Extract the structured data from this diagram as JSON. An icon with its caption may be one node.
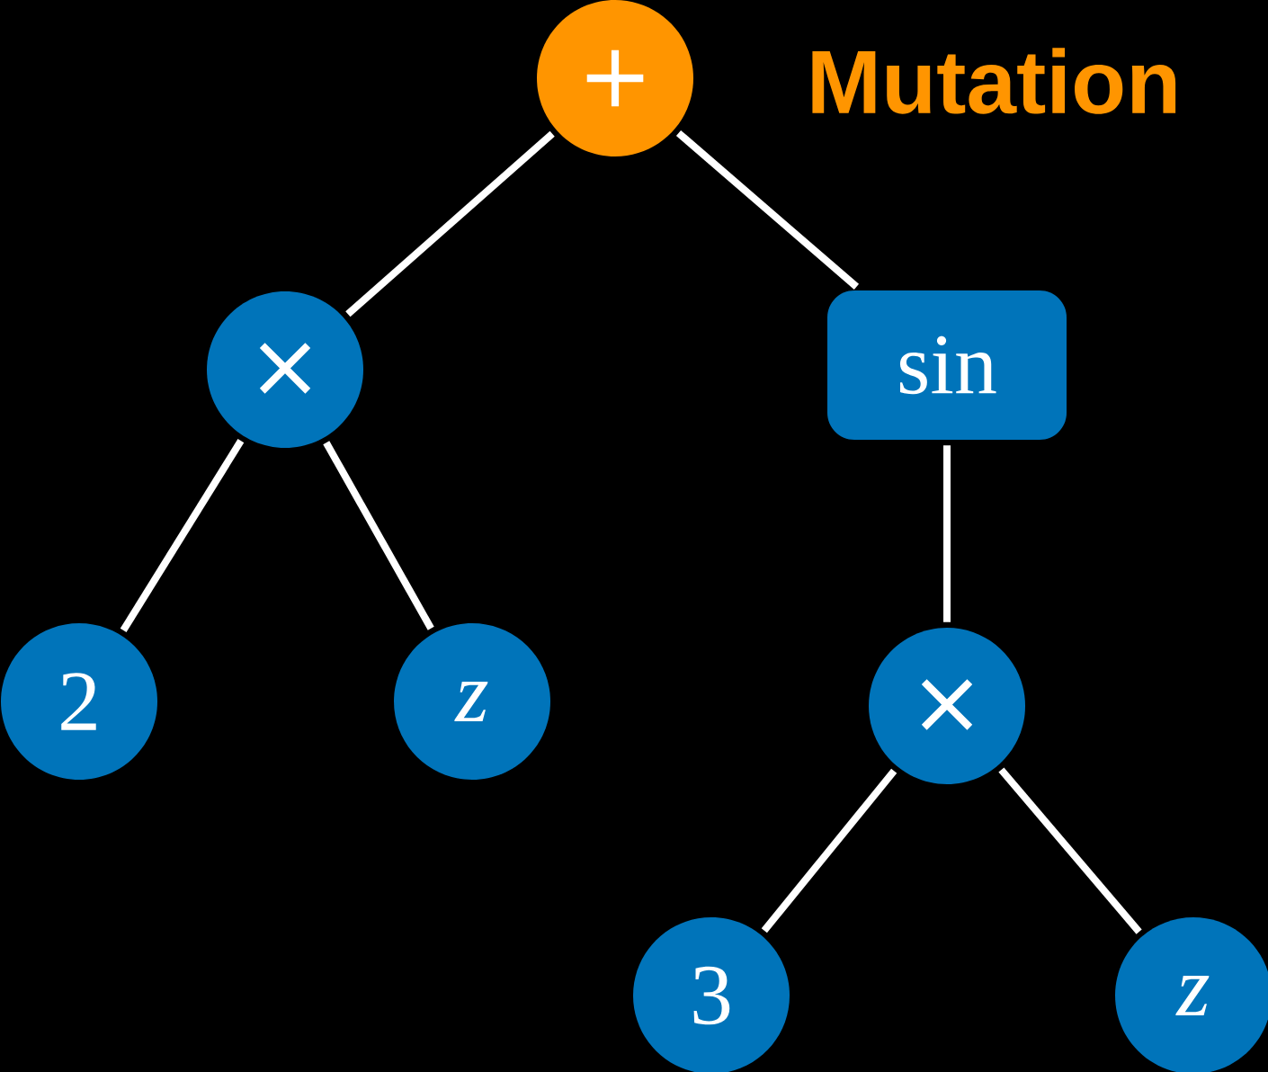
{
  "diagram": {
    "nodes": [
      {
        "text": [
          "+"
        ]
      },
      {
        "text": [
          "×"
        ]
      },
      {
        "text": [
          "sin"
        ]
      },
      {
        "text": [
          "2"
        ]
      },
      {
        "text": [
          "z"
        ]
      },
      {
        "text": [
          "×"
        ]
      },
      {
        "text": [
          "3"
        ]
      },
      {
        "text": [
          "z"
        ]
      }
    ],
    "edges": [
      {
        "from": 0,
        "to": 1,
        "arrow": "none"
      },
      {
        "from": 0,
        "to": 2,
        "arrow": "none"
      },
      {
        "from": 1,
        "to": 3,
        "arrow": "none"
      },
      {
        "from": 1,
        "to": 4,
        "arrow": "none"
      },
      {
        "from": 2,
        "to": 5,
        "arrow": "none"
      },
      {
        "from": 5,
        "to": 6,
        "arrow": "none"
      },
      {
        "from": 5,
        "to": 7,
        "arrow": "none"
      }
    ],
    "labels": [
      "Mutation"
    ]
  }
}
